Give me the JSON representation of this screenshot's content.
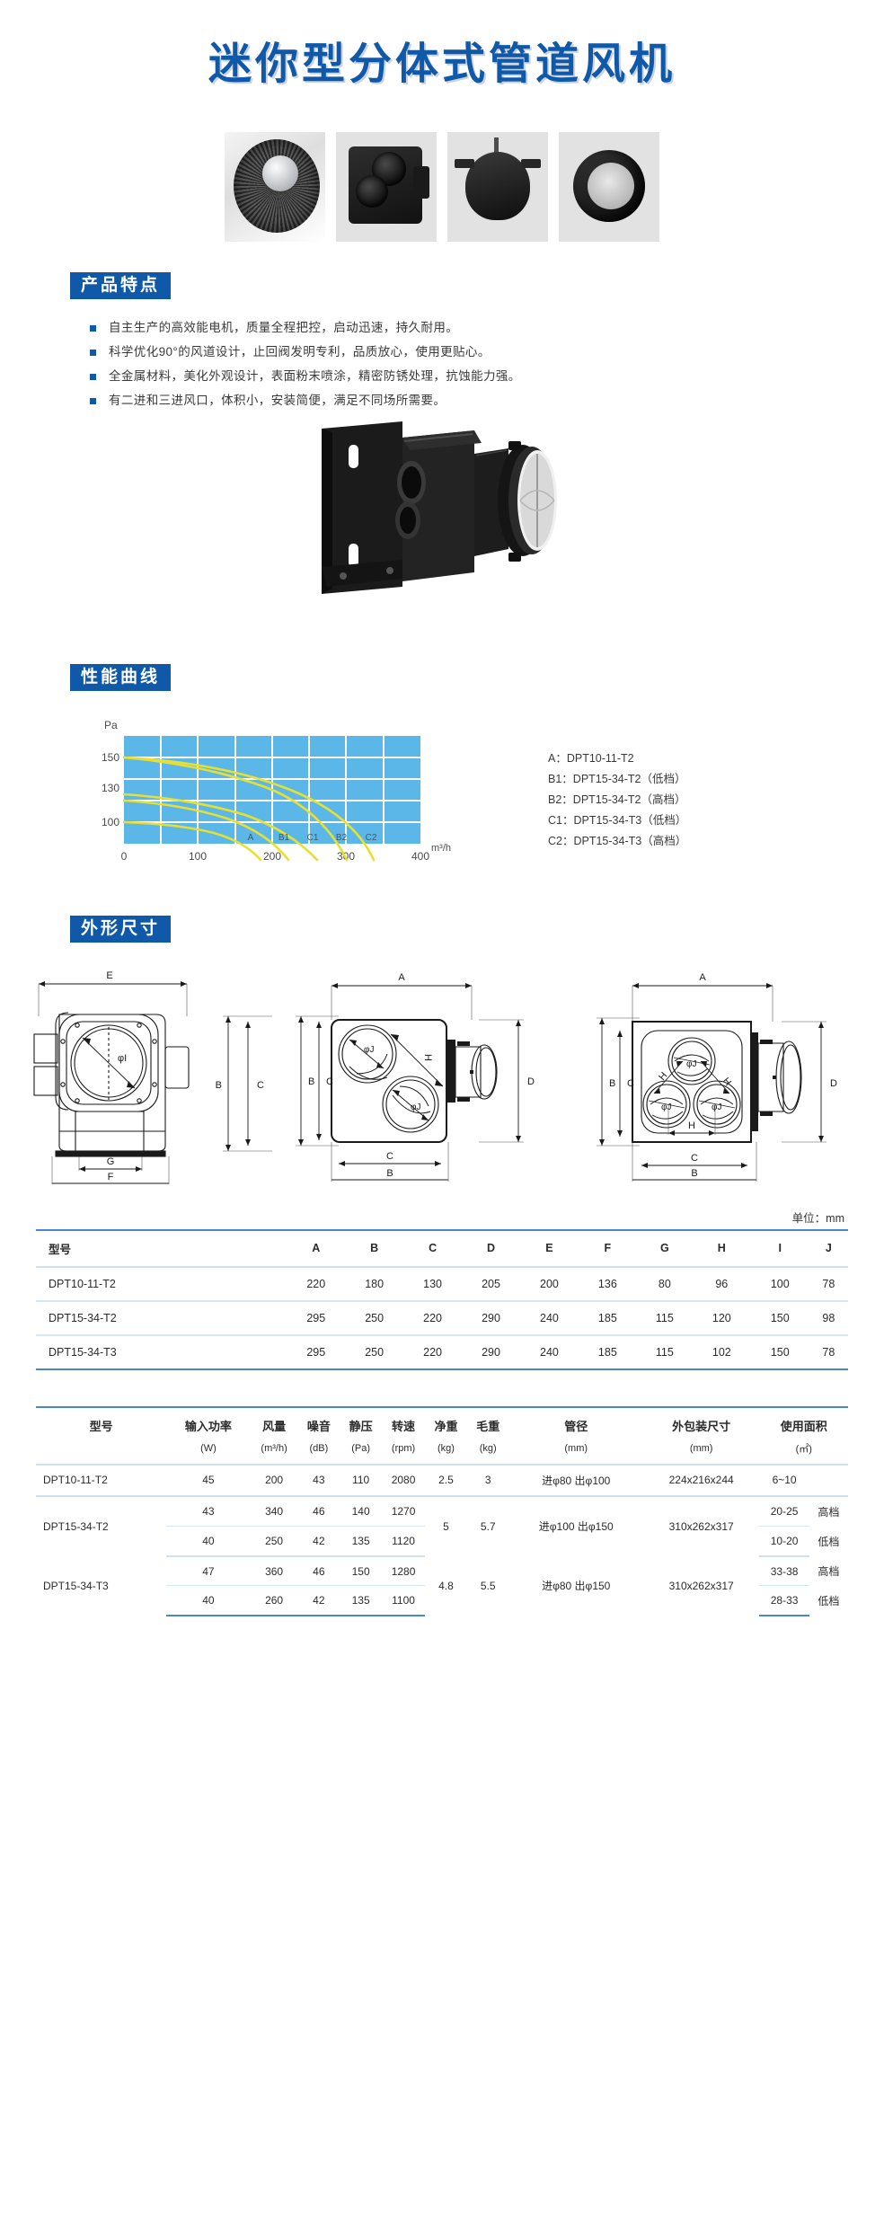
{
  "title": "迷你型分体式管道风机",
  "photos": [
    {
      "name": "impeller-closeup"
    },
    {
      "name": "housing-two-inlet"
    },
    {
      "name": "motor-assembly"
    },
    {
      "name": "outlet-damper"
    }
  ],
  "sections": {
    "features": "产品特点",
    "curves": "性能曲线",
    "dimensions": "外形尺寸"
  },
  "features": [
    "自主生产的高效能电机，质量全程把控，启动迅速，持久耐用。",
    "科学优化90°的风道设计，止回阀发明专利，品质放心，使用更贴心。",
    "全金属材料，美化外观设计，表面粉末喷涂，精密防锈处理，抗蚀能力强。",
    "有二进和三进风口，体积小，安装简便，满足不同场所需要。"
  ],
  "chart_data": {
    "type": "line",
    "title": "",
    "ylabel": "Pa",
    "xlabel": "m³/h",
    "xlim": [
      0,
      450
    ],
    "ylim": [
      0,
      170
    ],
    "xticks": [
      0,
      100,
      200,
      300,
      400
    ],
    "yticks": [
      100,
      130,
      150
    ],
    "grid": true,
    "plot_bg": "#5bb7e8",
    "grid_color": "#ffffff",
    "curve_color": "#e8e030",
    "series": [
      {
        "name": "A",
        "label_x": 185,
        "points": [
          [
            0,
            100
          ],
          [
            60,
            96
          ],
          [
            120,
            88
          ],
          [
            170,
            74
          ],
          [
            205,
            52
          ],
          [
            225,
            25
          ],
          [
            235,
            0
          ]
        ]
      },
      {
        "name": "B1",
        "label_x": 250,
        "points": [
          [
            0,
            131
          ],
          [
            60,
            122
          ],
          [
            120,
            108
          ],
          [
            180,
            88
          ],
          [
            230,
            62
          ],
          [
            265,
            30
          ],
          [
            280,
            0
          ]
        ]
      },
      {
        "name": "C1",
        "label_x": 292,
        "points": [
          [
            0,
            137
          ],
          [
            70,
            128
          ],
          [
            140,
            116
          ],
          [
            210,
            98
          ],
          [
            270,
            72
          ],
          [
            310,
            38
          ],
          [
            325,
            0
          ]
        ]
      },
      {
        "name": "B2",
        "label_x": 333,
        "points": [
          [
            0,
            150
          ],
          [
            80,
            145
          ],
          [
            150,
            134
          ],
          [
            220,
            118
          ],
          [
            285,
            92
          ],
          [
            340,
            50
          ],
          [
            360,
            0
          ]
        ]
      },
      {
        "name": "C2",
        "label_x": 372,
        "points": [
          [
            0,
            150
          ],
          [
            90,
            147
          ],
          [
            170,
            140
          ],
          [
            250,
            126
          ],
          [
            320,
            100
          ],
          [
            385,
            56
          ],
          [
            405,
            0
          ]
        ]
      }
    ],
    "legend": [
      "A：DPT10-11-T2",
      "B1：DPT15-34-T2（低档）",
      "B2：DPT15-34-T2（高档）",
      "C1：DPT15-34-T3（低档）",
      "C2：DPT15-34-T3（高档）"
    ]
  },
  "drawings": [
    {
      "name": "side-view",
      "labels": [
        "E",
        "B",
        "C",
        "G",
        "F",
        "φI"
      ]
    },
    {
      "name": "two-inlet-front-view",
      "labels": [
        "A",
        "B",
        "C",
        "D",
        "H",
        "φJ"
      ]
    },
    {
      "name": "three-inlet-front-view",
      "labels": [
        "A",
        "B",
        "C",
        "D",
        "H",
        "φJ"
      ]
    }
  ],
  "dimension_table": {
    "unit_note": "单位：mm",
    "headers": [
      "型号",
      "A",
      "B",
      "C",
      "D",
      "E",
      "F",
      "G",
      "H",
      "I",
      "J"
    ],
    "rows": [
      [
        "DPT10-11-T2",
        "220",
        "180",
        "130",
        "205",
        "200",
        "136",
        "80",
        "96",
        "100",
        "78"
      ],
      [
        "DPT15-34-T2",
        "295",
        "250",
        "220",
        "290",
        "240",
        "185",
        "115",
        "120",
        "150",
        "98"
      ],
      [
        "DPT15-34-T3",
        "295",
        "250",
        "220",
        "290",
        "240",
        "185",
        "115",
        "102",
        "150",
        "78"
      ]
    ]
  },
  "spec_table": {
    "headers": [
      "型号",
      "输入功率",
      "风量",
      "噪音",
      "静压",
      "转速",
      "净重",
      "毛重",
      "管径",
      "外包装尺寸",
      "使用面积"
    ],
    "units": [
      "",
      "(W)",
      "(m³/h)",
      "(dB)",
      "(Pa)",
      "(rpm)",
      "(kg)",
      "(kg)",
      "(mm)",
      "(mm)",
      "(㎡)"
    ],
    "rows": [
      {
        "model": "DPT10-11-T2",
        "lines": [
          {
            "power": "45",
            "airflow": "200",
            "noise": "43",
            "pressure": "110",
            "speed": "2080",
            "area": "6~10",
            "grade": ""
          }
        ],
        "net_weight": "2.5",
        "gross_weight": "3",
        "duct": "进φ80  出φ100",
        "package": "224x216x244"
      },
      {
        "model": "DPT15-34-T2",
        "lines": [
          {
            "power": "43",
            "airflow": "340",
            "noise": "46",
            "pressure": "140",
            "speed": "1270",
            "area": "20-25",
            "grade": "高档"
          },
          {
            "power": "40",
            "airflow": "250",
            "noise": "42",
            "pressure": "135",
            "speed": "1120",
            "area": "10-20",
            "grade": "低档"
          }
        ],
        "net_weight": "5",
        "gross_weight": "5.7",
        "duct": "进φ100  出φ150",
        "package": "310x262x317"
      },
      {
        "model": "DPT15-34-T3",
        "lines": [
          {
            "power": "47",
            "airflow": "360",
            "noise": "46",
            "pressure": "150",
            "speed": "1280",
            "area": "33-38",
            "grade": "高档"
          },
          {
            "power": "40",
            "airflow": "260",
            "noise": "42",
            "pressure": "135",
            "speed": "1100",
            "area": "28-33",
            "grade": "低档"
          }
        ],
        "net_weight": "4.8",
        "gross_weight": "5.5",
        "duct": "进φ80  出φ150",
        "package": "310x262x317"
      }
    ]
  },
  "colors": {
    "brand_blue": "#1059a8",
    "chart_bg": "#5bb7e8",
    "curve": "#e8e030",
    "rule": "#4a86c8"
  }
}
